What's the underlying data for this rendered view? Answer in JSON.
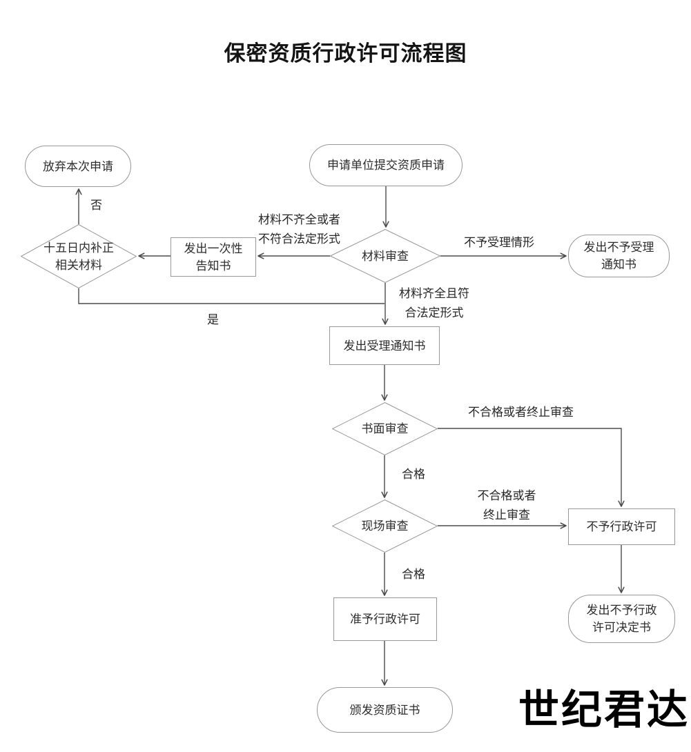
{
  "title": "保密资质行政许可流程图",
  "watermark": "世纪君达",
  "colors": {
    "node_border": "#979797",
    "edge_line": "#4a4a4a",
    "text": "#2d2d2d",
    "watermark_fill": "#000000",
    "watermark_outline": "#ffffff"
  },
  "nodes": {
    "submit_application": {
      "label": "申请单位提交资质申请"
    },
    "abandon_application": {
      "label": "放弃本次申请"
    },
    "material_review": {
      "label": "材料审查"
    },
    "supplement_materials": {
      "line1": "十五日内补正",
      "line2": "相关材料"
    },
    "one_time_notice": {
      "line1": "发出一次性",
      "line2": "告知书"
    },
    "rejection_notice": {
      "line1": "发出不予受理",
      "line2": "通知书"
    },
    "acceptance_notice": {
      "label": "发出受理通知书"
    },
    "written_review": {
      "label": "书面审查"
    },
    "site_review": {
      "label": "现场审查"
    },
    "deny_license": {
      "label": "不予行政许可"
    },
    "grant_license": {
      "label": "准予行政许可"
    },
    "deny_decision": {
      "line1": "发出不予行政",
      "line2": "许可决定书"
    },
    "issue_certificate": {
      "label": "颁发资质证书"
    }
  },
  "edge_labels": {
    "incomplete_materials": {
      "line1": "材料不齐全或者",
      "line2": "不符合法定形式"
    },
    "not_accepted": {
      "label": "不予受理情形"
    },
    "complete_materials": {
      "line1": "材料齐全且符",
      "line2": "合法定形式"
    },
    "no": {
      "label": "否"
    },
    "yes": {
      "label": "是"
    },
    "written_fail": {
      "label": "不合格或者终止审查"
    },
    "written_pass": {
      "label": "合格"
    },
    "site_fail": {
      "line1": "不合格或者",
      "line2": "终止审查"
    },
    "site_pass": {
      "label": "合格"
    }
  },
  "edges": [
    {
      "from": "submit_application",
      "to": "material_review",
      "label": ""
    },
    {
      "from": "material_review",
      "to": "one_time_notice",
      "label": "材料不齐全或者不符合法定形式"
    },
    {
      "from": "one_time_notice",
      "to": "supplement_materials",
      "label": ""
    },
    {
      "from": "supplement_materials",
      "to": "abandon_application",
      "label": "否"
    },
    {
      "from": "supplement_materials",
      "to": "acceptance_notice",
      "label": "是"
    },
    {
      "from": "material_review",
      "to": "rejection_notice",
      "label": "不予受理情形"
    },
    {
      "from": "material_review",
      "to": "acceptance_notice",
      "label": "材料齐全且符合法定形式"
    },
    {
      "from": "acceptance_notice",
      "to": "written_review",
      "label": ""
    },
    {
      "from": "written_review",
      "to": "deny_license",
      "label": "不合格或者终止审查"
    },
    {
      "from": "written_review",
      "to": "site_review",
      "label": "合格"
    },
    {
      "from": "site_review",
      "to": "deny_license",
      "label": "不合格或者终止审查"
    },
    {
      "from": "site_review",
      "to": "grant_license",
      "label": "合格"
    },
    {
      "from": "deny_license",
      "to": "deny_decision",
      "label": ""
    },
    {
      "from": "grant_license",
      "to": "issue_certificate",
      "label": ""
    }
  ]
}
